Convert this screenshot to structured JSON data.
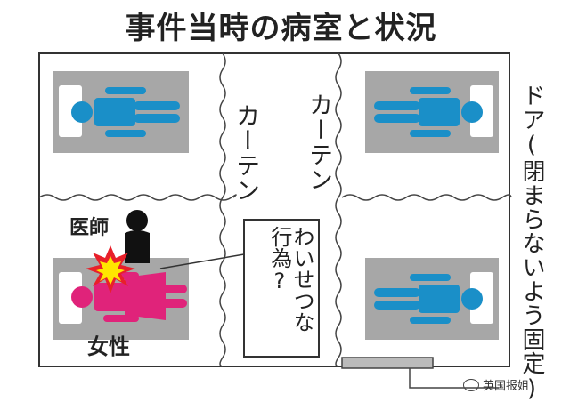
{
  "title": "事件当時の病室と状況",
  "labels": {
    "curtain_left": "カーテン",
    "curtain_right": "カーテン",
    "doctor": "医師",
    "woman": "女性",
    "door": "ドア(閉まらないよう固定)"
  },
  "bubble": {
    "col1": "わいせつな",
    "col2": "行為?"
  },
  "watermark": "英国报姐",
  "colors": {
    "patient_blue": "#1a8fc8",
    "female_pink": "#e0237a",
    "bed_gray": "#a7a7a7",
    "pillow_white": "#ffffff",
    "doctor_black": "#111111",
    "flash_red": "#e8202a",
    "flash_yellow": "#ffe600"
  }
}
